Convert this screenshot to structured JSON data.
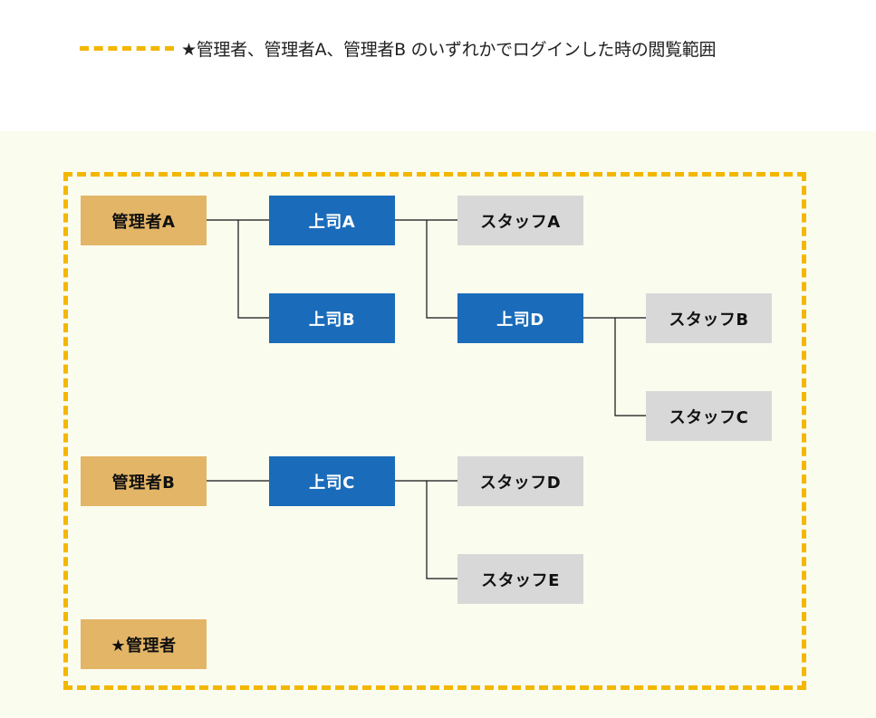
{
  "legend": {
    "text": "★管理者、管理者A、管理者B のいずれかでログインした時の閲覧範囲",
    "line_color": "#f3b700"
  },
  "colors": {
    "manager": "#e3b567",
    "supervisor": "#1a6cba",
    "staff": "#d8d8d8",
    "scope_border": "#f3b700",
    "background": "#fafcee"
  },
  "nodes": {
    "manager_a": "管理者A",
    "manager_b": "管理者B",
    "star_manager": "★管理者",
    "boss_a": "上司A",
    "boss_b": "上司B",
    "boss_c": "上司C",
    "boss_d": "上司D",
    "staff_a": "スタッフA",
    "staff_b": "スタッフB",
    "staff_c": "スタッフC",
    "staff_d": "スタッフD",
    "staff_e": "スタッフE"
  },
  "edges": [
    [
      "manager_a",
      "boss_a"
    ],
    [
      "manager_a",
      "boss_b"
    ],
    [
      "boss_a",
      "staff_a"
    ],
    [
      "boss_a",
      "boss_d"
    ],
    [
      "boss_d",
      "staff_b"
    ],
    [
      "boss_d",
      "staff_c"
    ],
    [
      "manager_b",
      "boss_c"
    ],
    [
      "boss_c",
      "staff_d"
    ],
    [
      "boss_c",
      "staff_e"
    ]
  ]
}
